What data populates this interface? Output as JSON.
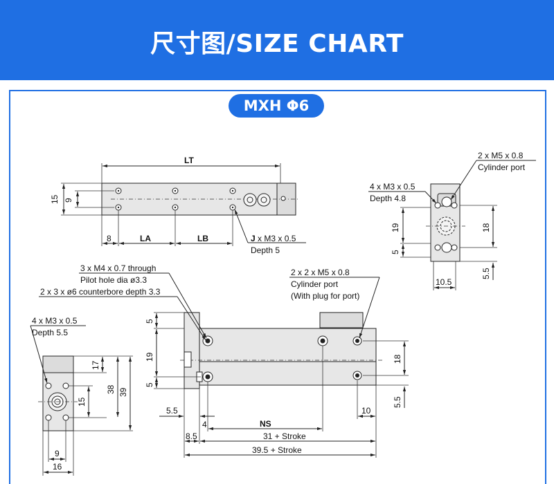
{
  "header": {
    "title": "尺寸图/SIZE CHART",
    "color": "#1f6fe3"
  },
  "model_tab": "MXH Φ6",
  "top_view": {
    "lt": "LT",
    "la": "LA",
    "lb": "LB",
    "dim_8": "8",
    "dim_15": "15",
    "dim_9": "9",
    "j_label": "J",
    "j_spec": " x M3 x 0.5",
    "j_depth": "Depth 5"
  },
  "end_view_right": {
    "m5_spec": "2 x M5 x 0.8",
    "m5_port": "Cylinder port",
    "m3_spec": "4 x M3 x 0.5",
    "m3_depth": "Depth 4.8",
    "dim_19": "19",
    "dim_5": "5",
    "dim_18": "18",
    "dim_5_5": "5.5",
    "dim_10_5": "10.5"
  },
  "side_view": {
    "m4_spec": "3 x M4 x 0.7 through",
    "pilot": "Pilot hole dia ø3.3",
    "counterbore": "2 x 3 x ø6 counterbore depth 3.3",
    "port_spec": "2 x 2 x M5 x 0.8",
    "port_label": "Cylinder port",
    "plug": "(With plug for port)",
    "dim_5_top": "5",
    "dim_19": "19",
    "dim_5_bot": "5",
    "dim_18": "18",
    "dim_5_5_right": "5.5",
    "dim_5_5_left": "5.5",
    "dim_4": "4",
    "ns": "NS",
    "dim_10": "10",
    "dim_8_5": "8.5",
    "stroke_31": "31 + Stroke",
    "stroke_39_5": "39.5 + Stroke"
  },
  "end_view_left": {
    "m3_spec": "4 x M3 x 0.5",
    "m3_depth": "Depth 5.5",
    "dim_17": "17",
    "dim_15": "15",
    "dim_38": "38",
    "dim_39": "39",
    "dim_9": "9",
    "dim_16": "16"
  }
}
